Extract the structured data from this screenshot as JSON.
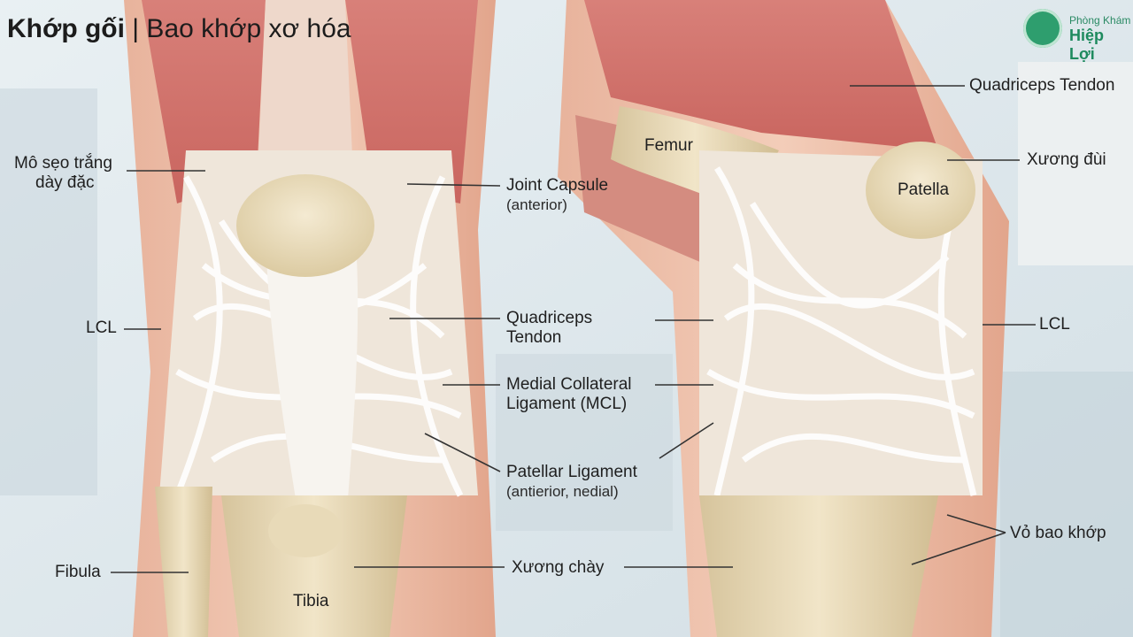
{
  "title": {
    "bold": "Khớp gối",
    "rest": " | Bao khớp xơ hóa"
  },
  "brand": {
    "small": "Phòng Khám",
    "name": "Hiệp Lợi"
  },
  "labels": {
    "mo_seo": [
      "Mô sẹo trắng",
      "dày đặc"
    ],
    "lcl_left": "LCL",
    "fibula": "Fibula",
    "tibia": "Tibia",
    "joint_capsule": [
      "Joint Capsule",
      "(anterior)"
    ],
    "quad_tendon_center": [
      "Quadriceps",
      "Tendon"
    ],
    "mcl": [
      "Medial Collateral",
      "Ligament (MCL)"
    ],
    "patellar_ligament": [
      "Patellar Ligament",
      "(antierior, nedial)"
    ],
    "xuong_chay": "Xương chày",
    "femur": "Femur",
    "patella": "Patella",
    "quad_tendon_right": "Quadriceps Tendon",
    "xuong_dui": "Xương đùi",
    "lcl_right": "LCL",
    "vo_bao_khop": "Vỏ bao khớp"
  }
}
